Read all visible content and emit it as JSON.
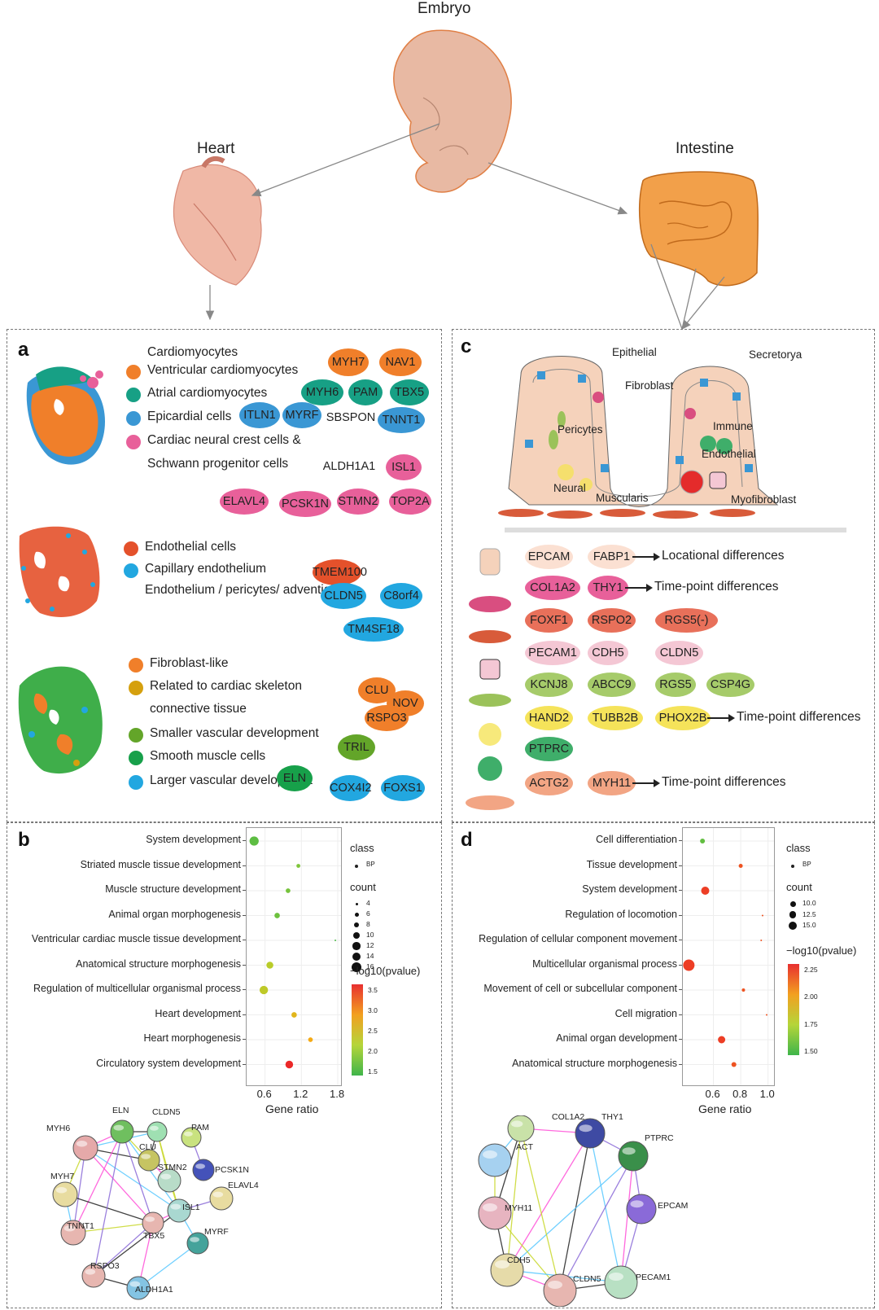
{
  "top": {
    "embryo": "Embryo",
    "heart": "Heart",
    "intestine": "Intestine"
  },
  "panel_a": {
    "label": "a",
    "group1_title": "Cardiomyocytes",
    "group1": [
      {
        "text": "Ventricular cardiomyocytes",
        "color": "#f07f2a"
      },
      {
        "text": "Atrial cardiomyocytes",
        "color": "#17a085"
      },
      {
        "text": "Epicardial cells",
        "color": "#3a97d4"
      },
      {
        "text": "Cardiac neural crest cells &",
        "color": "#e8609a"
      },
      {
        "text": "Schwann progenitor cells",
        "color": ""
      }
    ],
    "group2": [
      {
        "text": "Endothelial cells",
        "color": "#e4512b"
      },
      {
        "text": "Capillary endothelium",
        "color": "#22a7e0"
      },
      {
        "text": "Endothelium / pericytes/ adventia",
        "color": ""
      }
    ],
    "group3": [
      {
        "text": "Fibroblast-like",
        "color": "#f07f2a"
      },
      {
        "text": "Related to cardiac skeleton",
        "color": "#d5a00e"
      },
      {
        "text": "connective tissue",
        "color": ""
      },
      {
        "text": "Smaller vascular development",
        "color": "#63a529"
      },
      {
        "text": "Smooth muscle cells",
        "color": "#17a04a"
      },
      {
        "text": "Larger vascular development",
        "color": "#22a7e0"
      }
    ],
    "genes": [
      {
        "t": "MYH7",
        "c": "#f07f2a"
      },
      {
        "t": "NAV1",
        "c": "#f07f2a"
      },
      {
        "t": "MYH6",
        "c": "#17a085"
      },
      {
        "t": "PAM",
        "c": "#17a085"
      },
      {
        "t": "TBX5",
        "c": "#17a085"
      },
      {
        "t": "ITLN1",
        "c": "#3a97d4"
      },
      {
        "t": "MYRF",
        "c": "#3a97d4"
      },
      {
        "t": "SBSPON",
        "c": "#ffffff"
      },
      {
        "t": "TNNT1",
        "c": "#3a97d4"
      },
      {
        "t": "ALDH1A1",
        "c": "#ffffff"
      },
      {
        "t": "ISL1",
        "c": "#e8609a"
      },
      {
        "t": "ELAVL4",
        "c": "#e8609a"
      },
      {
        "t": "PCSK1N",
        "c": "#e8609a"
      },
      {
        "t": "STMN2",
        "c": "#e8609a"
      },
      {
        "t": "TOP2A",
        "c": "#e8609a"
      },
      {
        "t": "TMEM100",
        "c": "#e4512b"
      },
      {
        "t": "CLDN5",
        "c": "#22a7e0"
      },
      {
        "t": "C8orf4",
        "c": "#22a7e0"
      },
      {
        "t": "TM4SF18",
        "c": "#22a7e0"
      },
      {
        "t": "CLU",
        "c": "#f07f2a"
      },
      {
        "t": "NOV",
        "c": "#f07f2a"
      },
      {
        "t": "RSPO3",
        "c": "#f07f2a"
      },
      {
        "t": "TRIL",
        "c": "#63a529"
      },
      {
        "t": "ELN",
        "c": "#17a04a"
      },
      {
        "t": "COX4I2",
        "c": "#22a7e0"
      },
      {
        "t": "FOXS1",
        "c": "#22a7e0"
      }
    ]
  },
  "panel_c": {
    "label": "c",
    "diagram_labels": [
      "Epithelial",
      "Fibroblast",
      "Secretorya",
      "Pericytes",
      "Immune",
      "Endothelial",
      "Neural",
      "Myofibroblast",
      "Muscularis"
    ],
    "rows": [
      {
        "genes": [
          {
            "t": "EPCAM",
            "c": "#fbe0d2"
          },
          {
            "t": "FABP1",
            "c": "#fbe0d2"
          }
        ],
        "note": "Locational differences"
      },
      {
        "genes": [
          {
            "t": "COL1A2",
            "c": "#e8609a"
          },
          {
            "t": "THY1",
            "c": "#e8609a"
          }
        ],
        "note": "Time-point differences"
      },
      {
        "genes": [
          {
            "t": "FOXF1",
            "c": "#e8705a"
          },
          {
            "t": "RSPO2",
            "c": "#e8705a"
          },
          {
            "t": "RGS5(-)",
            "c": "#e8705a"
          }
        ],
        "note": ""
      },
      {
        "genes": [
          {
            "t": "PECAM1",
            "c": "#f4c7d4"
          },
          {
            "t": "CDH5",
            "c": "#f4c7d4"
          },
          {
            "t": "CLDN5",
            "c": "#f4c7d4"
          }
        ],
        "note": ""
      },
      {
        "genes": [
          {
            "t": "KCNJ8",
            "c": "#a6cb6a"
          },
          {
            "t": "ABCC9",
            "c": "#a6cb6a"
          },
          {
            "t": "RGS5",
            "c": "#a6cb6a"
          },
          {
            "t": "CSP4G",
            "c": "#a6cb6a"
          }
        ],
        "note": ""
      },
      {
        "genes": [
          {
            "t": "HAND2",
            "c": "#f5e35a"
          },
          {
            "t": "TUBB2B",
            "c": "#f5e35a"
          },
          {
            "t": "PHOX2B",
            "c": "#f5e35a"
          }
        ],
        "note": "Time-point differences"
      },
      {
        "genes": [
          {
            "t": "PTPRC",
            "c": "#3fae6a"
          }
        ],
        "note": ""
      },
      {
        "genes": [
          {
            "t": "ACTG2",
            "c": "#f2a584"
          },
          {
            "t": "MYH11",
            "c": "#f2a584"
          }
        ],
        "note": "Time-point differences"
      }
    ]
  },
  "panel_b": {
    "label": "b",
    "class_title": "class",
    "class_item": "BP",
    "count_title": "count",
    "count_items": [
      "4",
      "6",
      "8",
      "10",
      "12",
      "14",
      "16"
    ],
    "color_title": "−log10(pvalue)",
    "color_ticks": [
      "3.5",
      "3.0",
      "2.5",
      "2.0",
      "1.5"
    ],
    "network_nodes": [
      "MYH6",
      "ELN",
      "CLDN5",
      "PAM",
      "CLU",
      "PCSK1N",
      "MYH7",
      "STMN2",
      "ELAVL4",
      "ISL1",
      "TNNT1",
      "TBX5",
      "MYRF",
      "RSPO3",
      "ALDH1A1"
    ]
  },
  "panel_d": {
    "label": "d",
    "class_title": "class",
    "class_item": "BP",
    "count_title": "count",
    "count_items": [
      "10.0",
      "12.5",
      "15.0"
    ],
    "color_title": "−log10(pvalue)",
    "color_ticks": [
      "2.25",
      "2.00",
      "1.75",
      "1.50"
    ],
    "network_nodes": [
      "COL1A2",
      "THY1",
      "ACT",
      "PTPRC",
      "MYH11",
      "EPCAM",
      "CDH5",
      "PECAM1",
      "CLDN5"
    ]
  },
  "chart_data": [
    {
      "type": "scatter",
      "title": "",
      "xlabel": "Gene ratio",
      "ylabel": "",
      "xticks": [
        "0.6",
        "1.2",
        "1.8"
      ],
      "xlim": [
        0.35,
        1.8
      ],
      "categories": [
        "System development",
        "Striated muscle tissue development",
        "Muscle structure development",
        "Animal organ morphogenesis",
        "Ventricular cardiac muscle tissue development",
        "Anatomical structure morphogenesis",
        "Regulation of multicellular organismal process",
        "Heart development",
        "Heart morphogenesis",
        "Circulatory system development"
      ],
      "x": [
        0.42,
        1.15,
        0.98,
        0.8,
        1.76,
        0.68,
        0.58,
        1.08,
        1.35,
        1.0
      ],
      "count": [
        12,
        5,
        6,
        7,
        2,
        9,
        11,
        7,
        6,
        10
      ],
      "pvalue_log10": [
        1.7,
        1.9,
        1.85,
        1.8,
        1.6,
        2.3,
        2.35,
        2.7,
        2.9,
        3.6
      ]
    },
    {
      "type": "scatter",
      "title": "",
      "xlabel": "Gene ratio",
      "ylabel": "",
      "xticks": [
        "0.6",
        "0.8",
        "1.0"
      ],
      "xlim": [
        0.4,
        1.02
      ],
      "categories": [
        "Cell differentiation",
        "Tissue development",
        "System development",
        "Regulation of locomotion",
        "Regulation of cellular component movement",
        "Multicellular organismal process",
        "Movement of cell or subcellular component",
        "Cell migration",
        "Animal organ development",
        "Anatomical structure morphogenesis"
      ],
      "x": [
        0.52,
        0.8,
        0.54,
        0.96,
        0.95,
        0.42,
        0.82,
        0.99,
        0.66,
        0.75
      ],
      "count": [
        11,
        10.5,
        13,
        9,
        9,
        15,
        10,
        9,
        12.5,
        11
      ],
      "pvalue_log10": [
        1.6,
        2.3,
        2.35,
        2.3,
        2.3,
        2.35,
        2.3,
        2.3,
        2.35,
        2.3
      ]
    }
  ]
}
